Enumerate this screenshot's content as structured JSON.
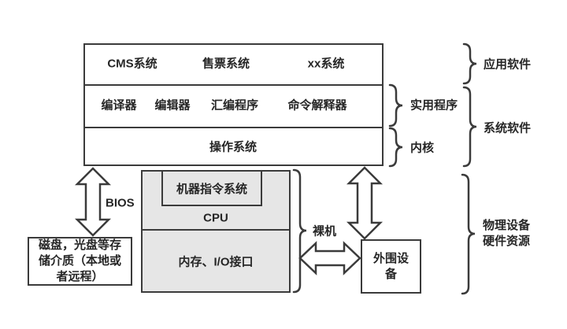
{
  "colors": {
    "background": "#ffffff",
    "border": "#3b3b3b",
    "box_fill_gray": "#e6e6e6",
    "text": "#262626"
  },
  "software_stack": {
    "application_row": {
      "items": [
        "CMS系统",
        "售票系统",
        "xx系统"
      ]
    },
    "utility_row": {
      "items": [
        "编译器",
        "编辑器",
        "汇编程序",
        "命令解释器"
      ]
    },
    "os_row": {
      "items": [
        "操作系统"
      ]
    }
  },
  "hardware": {
    "instruction_set": "机器指令系统",
    "cpu": "CPU",
    "memory_io": "内存、I/O接口",
    "storage": {
      "line1": "磁盘，光盘等存",
      "line2": "储介质（本地或",
      "line3": "者远程）"
    },
    "peripheral": {
      "line1": "外围设",
      "line2": "备"
    }
  },
  "labels": {
    "bios": "BIOS",
    "bare_machine": "裸机",
    "application_software": "应用软件",
    "utility_programs": "实用程序",
    "kernel": "内核",
    "system_software": "系统软件",
    "physical_hw": {
      "line1": "物理设备",
      "line2": "硬件资源"
    }
  }
}
